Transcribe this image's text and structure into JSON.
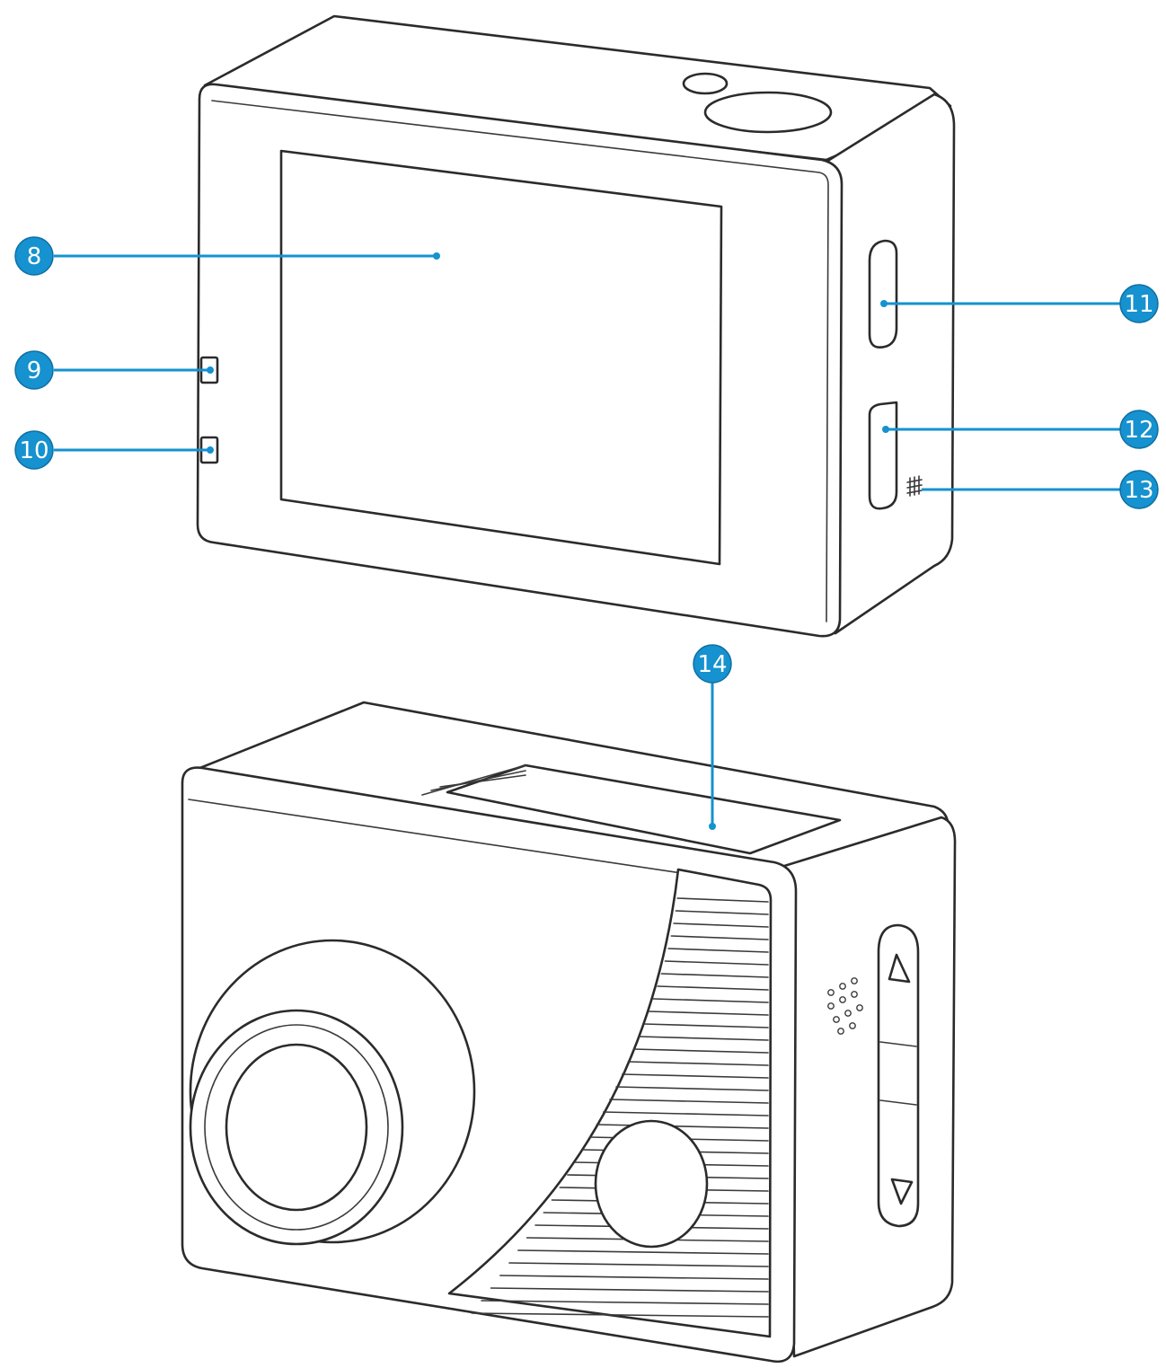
{
  "callouts": [
    {
      "id": "c8",
      "label": "8"
    },
    {
      "id": "c9",
      "label": "9"
    },
    {
      "id": "c10",
      "label": "10"
    },
    {
      "id": "c11",
      "label": "11"
    },
    {
      "id": "c12",
      "label": "12"
    },
    {
      "id": "c13",
      "label": "13"
    },
    {
      "id": "c14",
      "label": "14"
    }
  ],
  "colors": {
    "callout": "#1592cf",
    "outline": "#2b2b2b",
    "background": "#ffffff"
  }
}
